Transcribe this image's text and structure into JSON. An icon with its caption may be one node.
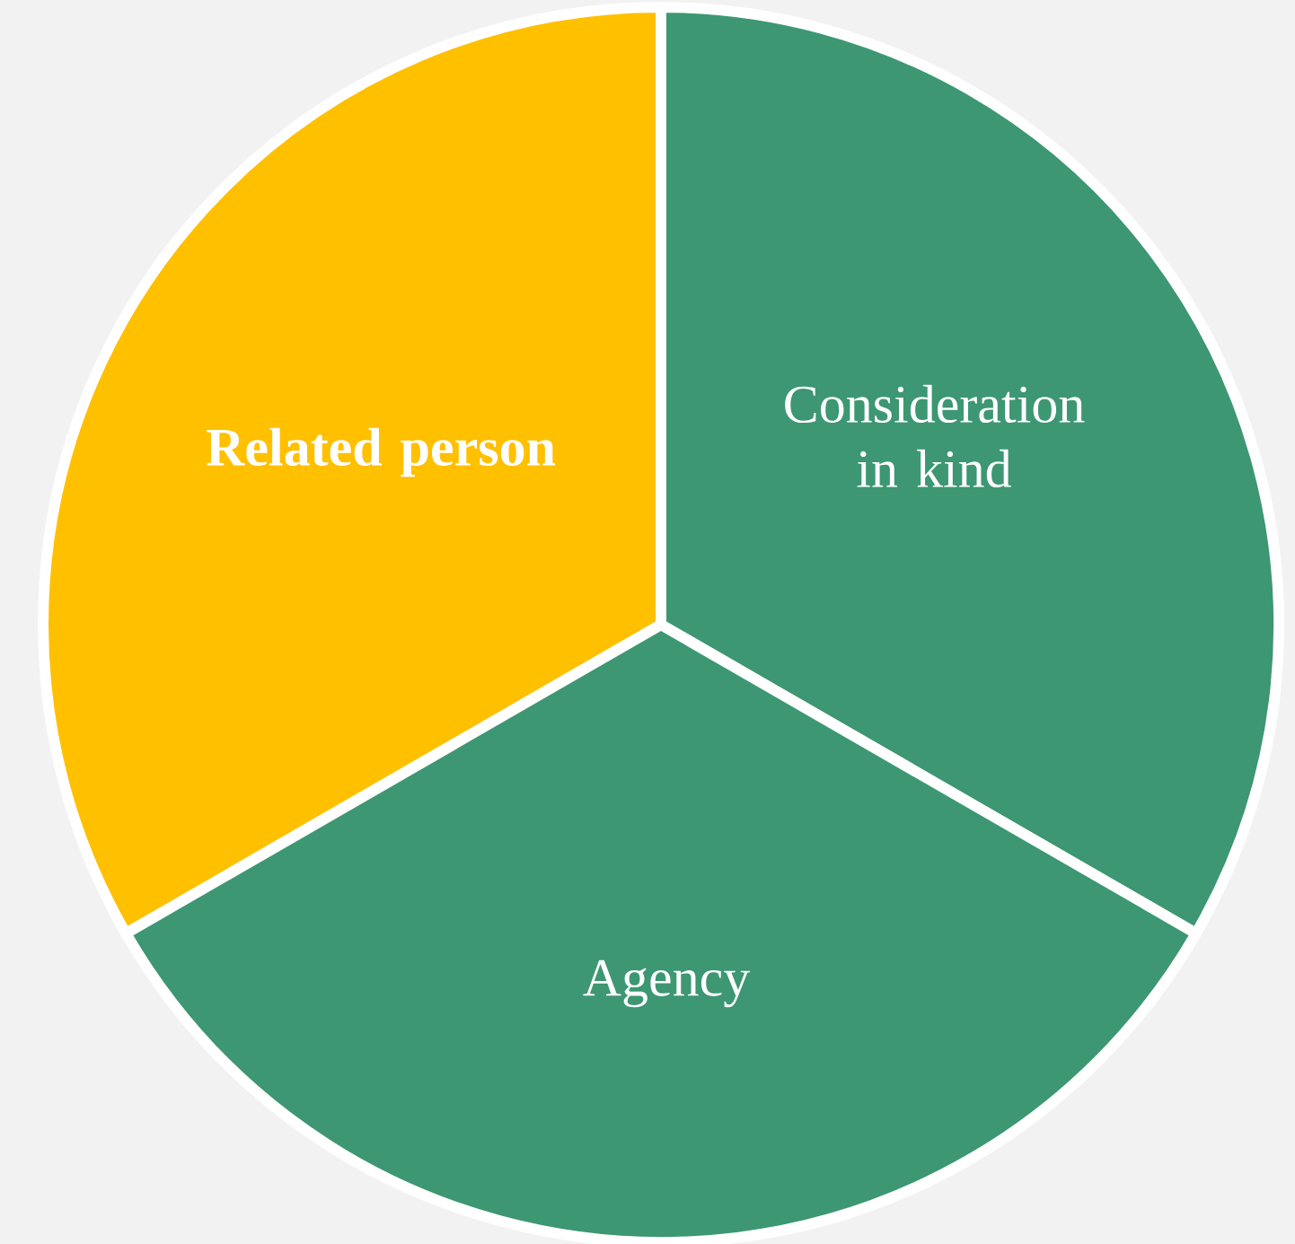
{
  "diagram": {
    "nodes": [
      {
        "text": [
          "Consideration in kind"
        ]
      },
      {
        "text": [
          "Related person"
        ]
      },
      {
        "text": [
          "Agency"
        ]
      }
    ]
  }
}
